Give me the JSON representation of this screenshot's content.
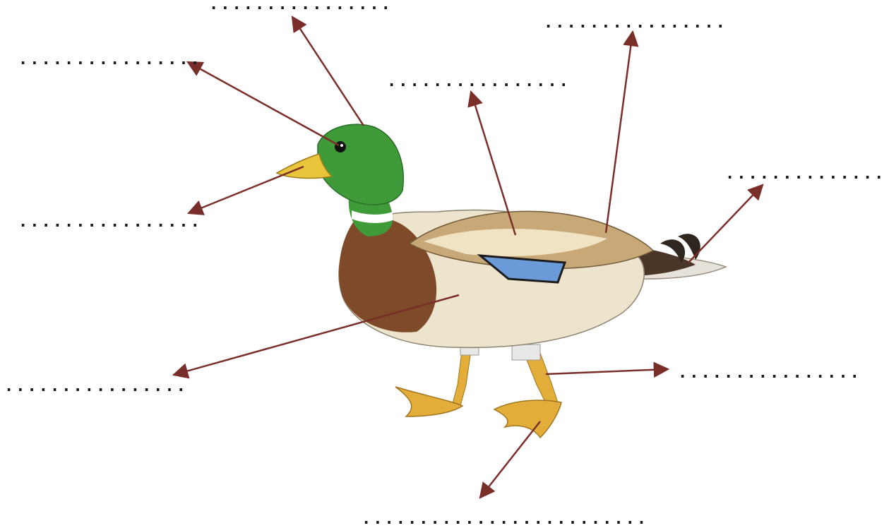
{
  "diagram": {
    "arrow_color": "#7a2e2a",
    "labels": [
      {
        "id": "crown",
        "text": "................"
      },
      {
        "id": "eye",
        "text": "................"
      },
      {
        "id": "bill",
        "text": "................"
      },
      {
        "id": "wing",
        "text": "................"
      },
      {
        "id": "back",
        "text": "................"
      },
      {
        "id": "tail",
        "text": "................"
      },
      {
        "id": "belly",
        "text": "................"
      },
      {
        "id": "leg",
        "text": "................"
      },
      {
        "id": "foot",
        "text": "........................."
      }
    ],
    "illustration": {
      "subject": "mallard-duck",
      "colors": {
        "head_green": "#3f9b3a",
        "bill_yellow": "#e8c53a",
        "breast_brown": "#7e4a2a",
        "body_cream": "#ece4cc",
        "wing_tan": "#c9a878",
        "speculum_blue": "#6a9bd8",
        "tail_dark": "#4a3526",
        "feet_orange": "#e3ad3a"
      }
    }
  }
}
